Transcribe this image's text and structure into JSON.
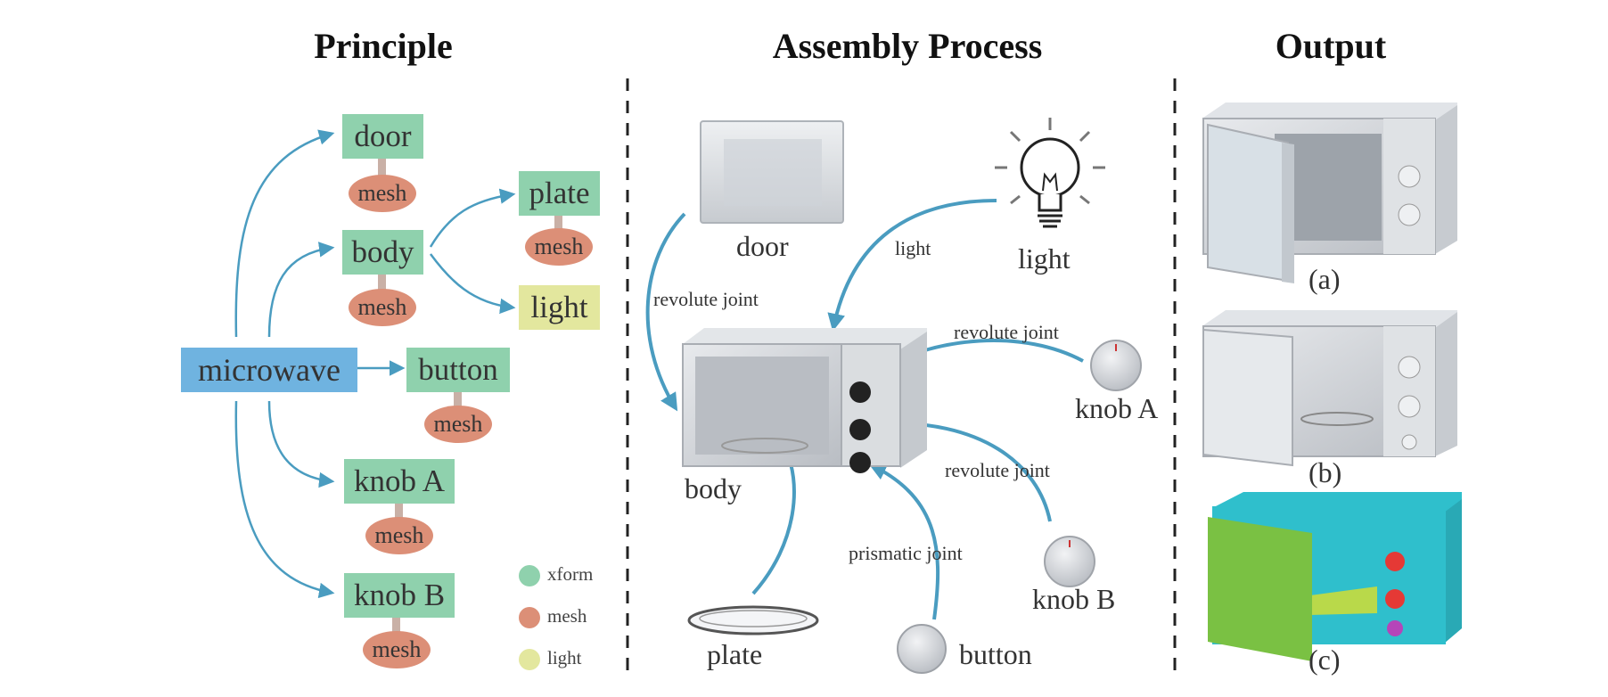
{
  "titles": {
    "principle": "Principle",
    "assembly": "Assembly Process",
    "output": "Output"
  },
  "principle": {
    "root": "microwave",
    "nodes": {
      "door": "door",
      "body": "body",
      "plate": "plate",
      "light": "light",
      "button": "button",
      "knob_a": "knob A",
      "knob_b": "knob B"
    },
    "mesh_label": "mesh",
    "legend": [
      {
        "label": "xform",
        "color": "#8fd1ad"
      },
      {
        "label": "mesh",
        "color": "#dc8f77"
      },
      {
        "label": "light",
        "color": "#e3e79e"
      }
    ]
  },
  "assembly": {
    "parts": {
      "door": "door",
      "light": "light",
      "body": "body",
      "knob_a": "knob A",
      "knob_b": "knob B",
      "plate": "plate",
      "button": "button"
    },
    "joints": {
      "door": "revolute joint",
      "light": "light",
      "knob_a": "revolute joint",
      "knob_b": "revolute joint",
      "button": "prismatic joint"
    }
  },
  "output": {
    "captions": [
      "(a)",
      "(b)",
      "(c)"
    ],
    "colors": {
      "seg_body": "#2fbfcc",
      "seg_door": "#7ac143",
      "seg_plate": "#b9d94a",
      "seg_knob": "#e53935",
      "seg_button": "#b545b9"
    }
  },
  "colors": {
    "arrow": "#4a9cc0",
    "xform": "#8fd1ad",
    "mesh": "#dc8f77",
    "light": "#e3e79e",
    "root": "#6fb3e0"
  }
}
